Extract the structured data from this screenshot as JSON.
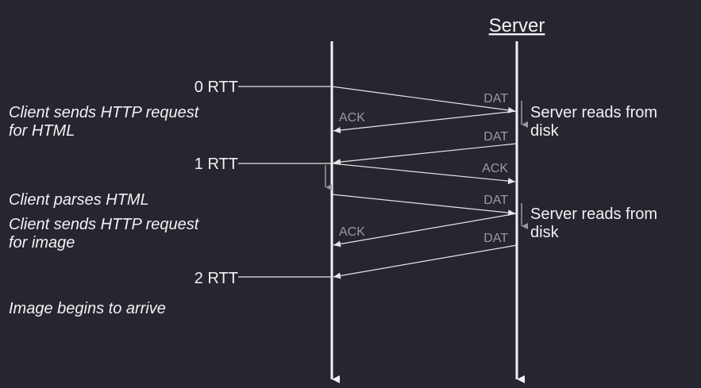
{
  "title": "Server",
  "rtt_labels": [
    "0 RTT",
    "1 RTT",
    "2 RTT"
  ],
  "client_notes": {
    "request_html_line1": "Client sends HTTP request",
    "request_html_line2": "for HTML",
    "parses_html": "Client parses HTML",
    "request_image_line1": "Client sends HTTP request",
    "request_image_line2": "for image",
    "image_arrives": "Image begins to arrive"
  },
  "server_notes": {
    "reads_disk_1_line1": "Server reads from",
    "reads_disk_1_line2": "disk",
    "reads_disk_2_line1": "Server reads from",
    "reads_disk_2_line2": "disk"
  },
  "packet_labels": {
    "dat": "DAT",
    "ack": "ACK"
  },
  "colors": {
    "background": "#25262f",
    "timeline": "#f2f2f2",
    "packet_line": "#e6e6e6",
    "tick": "#9a9aa0",
    "grey_text": "#9a9aa0"
  }
}
